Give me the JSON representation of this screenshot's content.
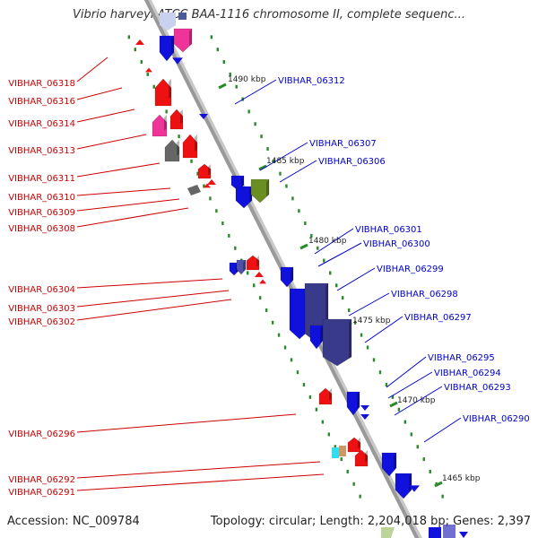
{
  "title": "Vibrio harveyi ATCC BAA-1116 chromosome II, complete sequenc...",
  "accession_label": "Accession: NC_009784",
  "summary_label": "Topology: circular; Length: 2,204,018 bp; Genes: 2,397",
  "colors": {
    "background": "#ffffff",
    "backbone": "#999999",
    "backbone_shadow": "#c8c8c8",
    "tick": "#2a8a2a",
    "left_label": "#cc0000",
    "right_label": "#0000cc",
    "gene_red": "#ee1111",
    "gene_blue": "#1111dd",
    "gene_pink": "#ee3399",
    "gene_gray": "#666666",
    "gene_olive": "#6b8e23",
    "gene_navy": "#3a3a8a",
    "gene_cyan": "#33ddee",
    "gene_tan": "#cc9966"
  },
  "scale_labels": [
    "1490 kbp",
    "1485 kbp",
    "1480 kbp",
    "1475 kbp",
    "1470 kbp",
    "1465 kbp"
  ],
  "left_labels": [
    "VIBHAR_06318",
    "VIBHAR_06316",
    "VIBHAR_06314",
    "VIBHAR_06313",
    "VIBHAR_06311",
    "VIBHAR_06310",
    "VIBHAR_06309",
    "VIBHAR_06308",
    "VIBHAR_06304",
    "VIBHAR_06303",
    "VIBHAR_06302",
    "VIBHAR_06296",
    "VIBHAR_06292",
    "VIBHAR_06291"
  ],
  "right_labels": [
    "VIBHAR_06312",
    "VIBHAR_06307",
    "VIBHAR_06306",
    "VIBHAR_06301",
    "VIBHAR_06300",
    "VIBHAR_06299",
    "VIBHAR_06298",
    "VIBHAR_06297",
    "VIBHAR_06295",
    "VIBHAR_06294",
    "VIBHAR_06293",
    "VIBHAR_06290"
  ]
}
